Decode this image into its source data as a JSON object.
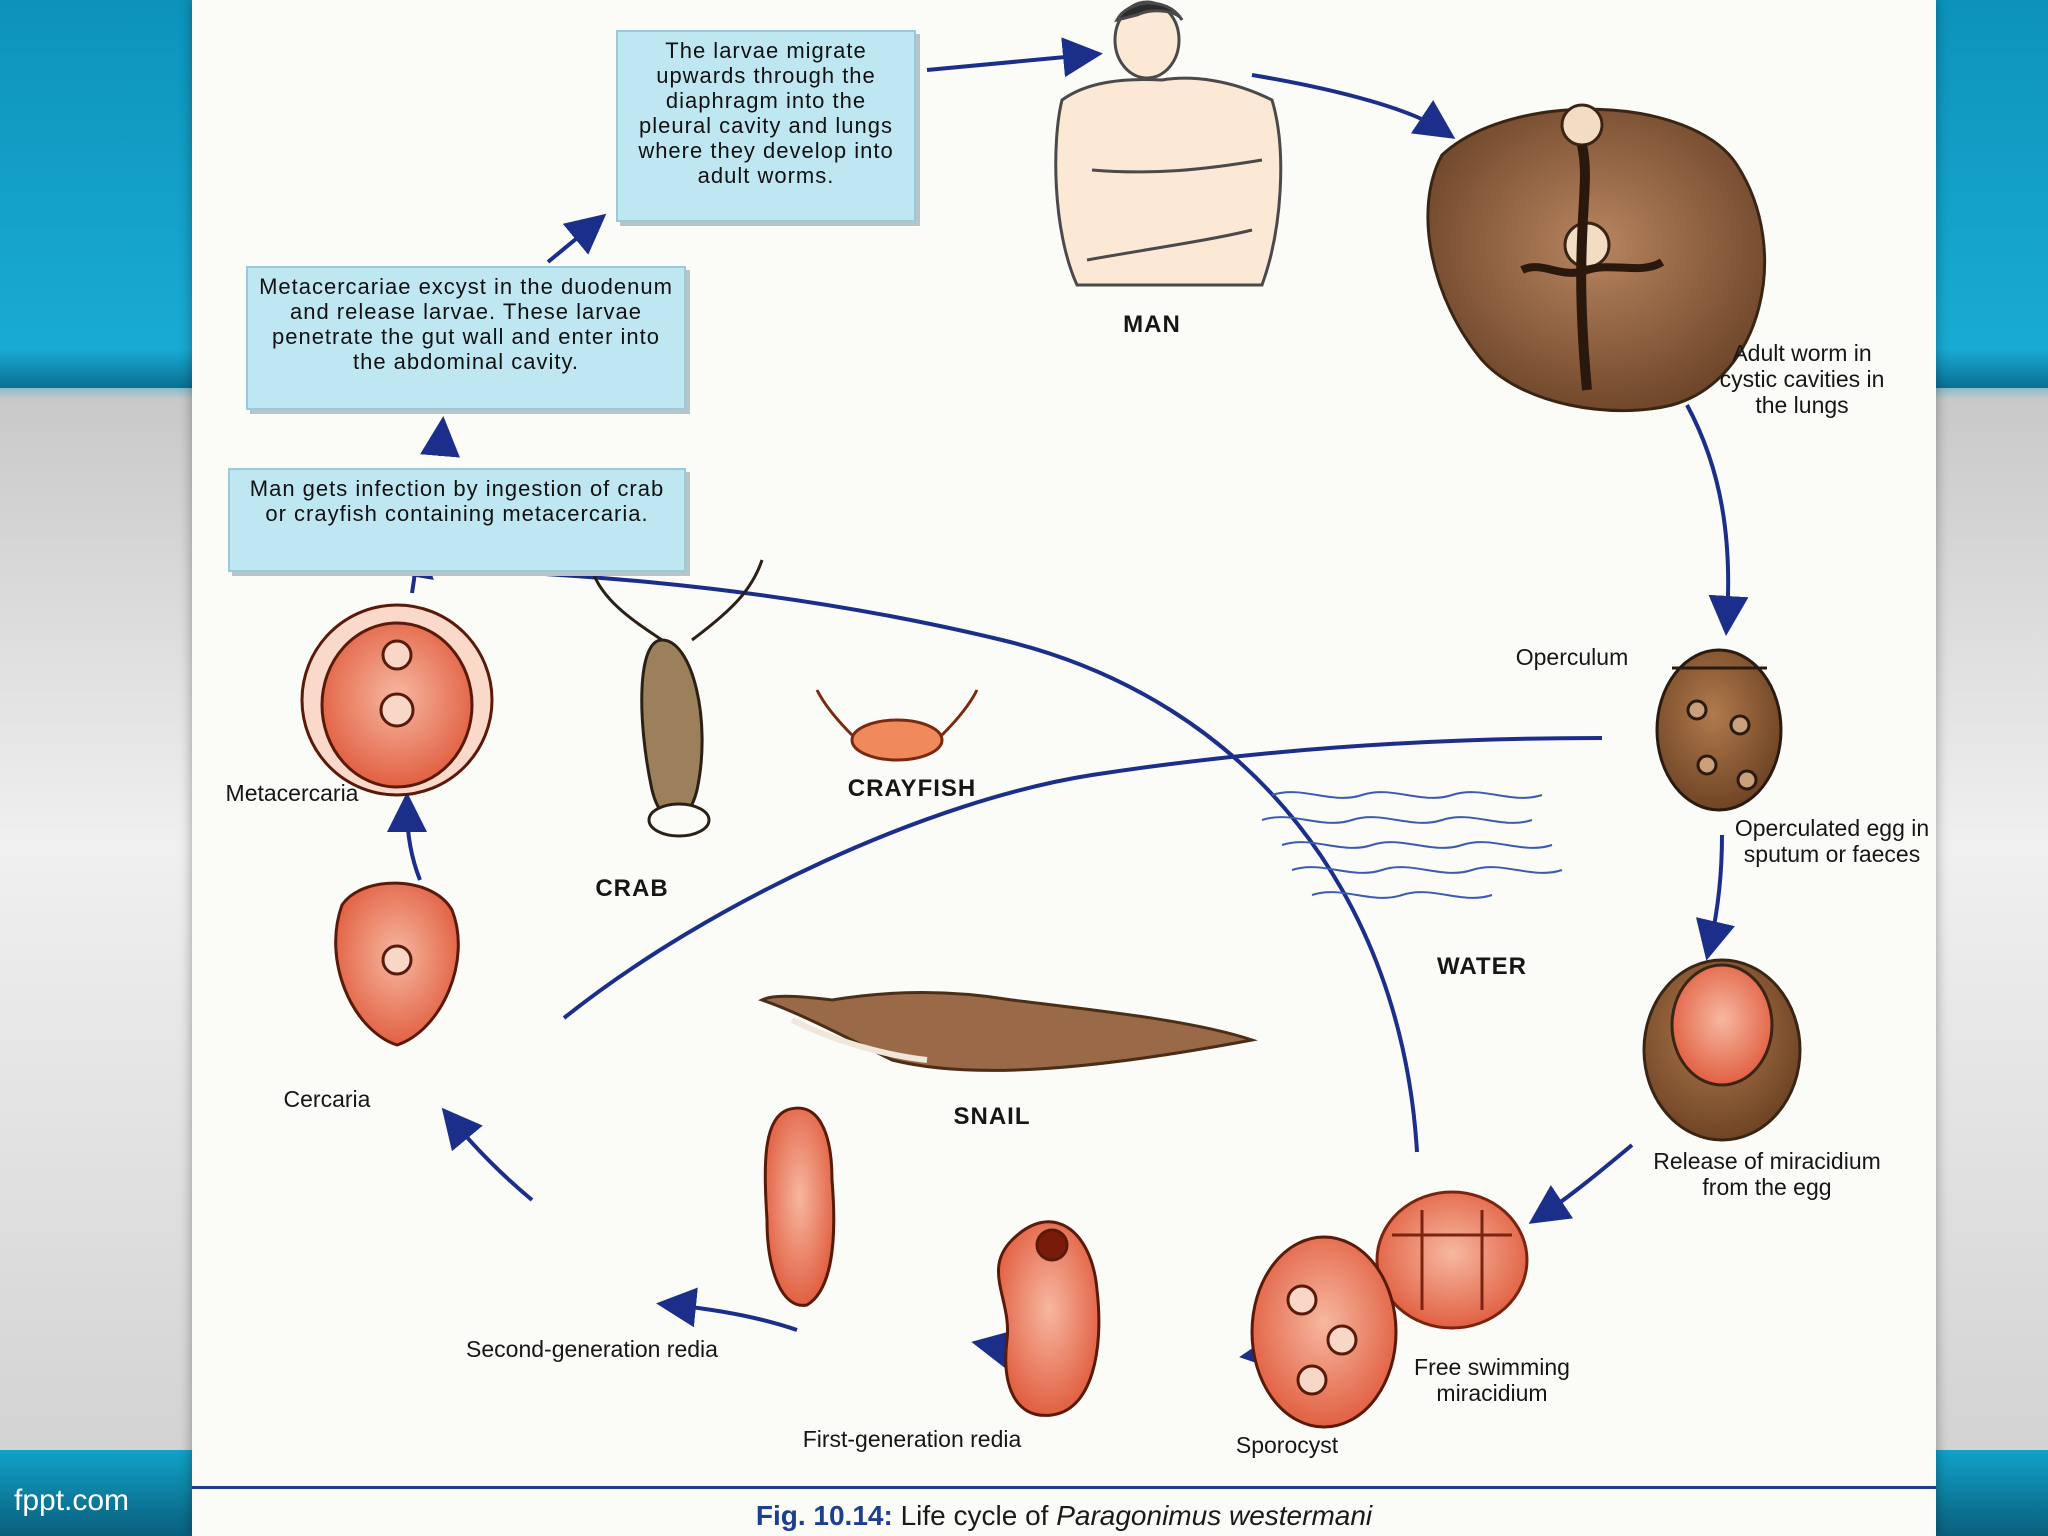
{
  "footer": {
    "brand": "fppt.com"
  },
  "figure": {
    "caption_prefix": "Fig. 10.14:",
    "caption_text": "Life cycle of",
    "caption_species": "Paragonimus westermani"
  },
  "boxes": {
    "larvae_migrate": "The larvae migrate upwards through the diaphragm into the pleural cavity and lungs where they develop into adult worms.",
    "metacercariae_excyst": "Metacercariae excyst in the duodenum and release larvae. These larvae penetrate the gut wall and enter into the abdominal cavity.",
    "infection": "Man gets infection by ingestion of crab or crayfish containing metacercaria."
  },
  "labels": {
    "man": "MAN",
    "adult_worm": "Adult worm in cystic cavities in the lungs",
    "operculum": "Operculum",
    "operculated_egg": "Operculated egg in sputum or faeces",
    "water": "WATER",
    "release_miracidium": "Release of miracidium from the egg",
    "free_miracidium": "Free swimming miracidium",
    "sporocyst": "Sporocyst",
    "first_redia": "First-generation redia",
    "second_redia": "Second-generation redia",
    "cercaria": "Cercaria",
    "metacercaria": "Metacercaria",
    "crab": "CRAB",
    "crayfish": "CRAYFISH",
    "snail": "SNAIL"
  },
  "colors": {
    "arrow": "#1b2f8a",
    "box_fill": "#bfe7f2",
    "larva_fill": "#e8704a",
    "worm_brown": "#8a5a3a",
    "slide_blue": "#12a3cb"
  }
}
